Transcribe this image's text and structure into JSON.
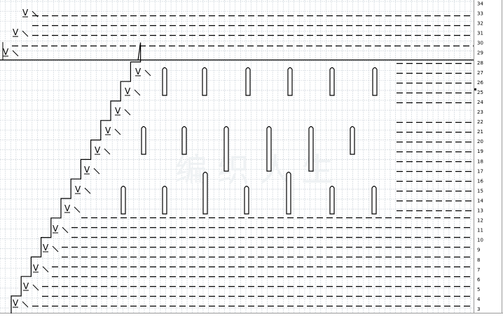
{
  "chart_title": "",
  "row_numbers": [
    "3",
    "4",
    "5",
    "6",
    "7",
    "8",
    "9",
    "10",
    "11",
    "12",
    "13",
    "14",
    "15",
    "16",
    "17",
    "18",
    "19",
    "20",
    "21",
    "22",
    "23",
    "24",
    "25",
    "26",
    "27",
    "28",
    "29",
    "30",
    "31",
    "32",
    "33",
    "34"
  ],
  "symbols": {
    "increase_stitch": "V",
    "decrease_stitch": "slant",
    "elongated_stitch": "long-loop",
    "not_in_pattern": "dashed-line"
  },
  "watermark": "编织人生",
  "colors": {
    "grid_line": "#cfd6dc",
    "ink": "#000000",
    "row_label": "#000000",
    "separator": "#000000",
    "right_edge": "#9a9a9a"
  }
}
